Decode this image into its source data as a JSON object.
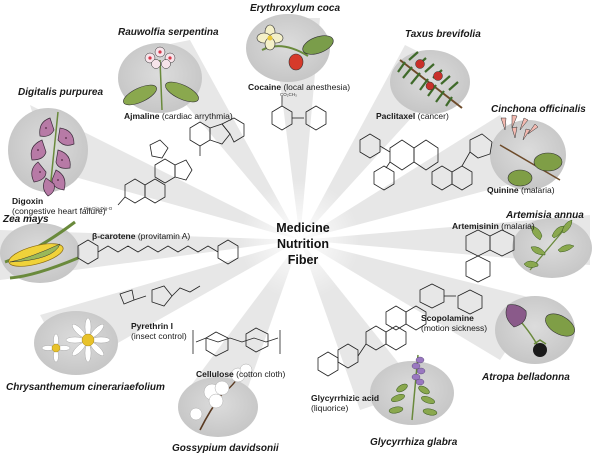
{
  "center": [
    "Medicine",
    "Nutrition",
    "Fiber"
  ],
  "plants": [
    {
      "species": "Erythroxylum coca",
      "compound": "Cocaine",
      "use": "(local anesthesia)"
    },
    {
      "species": "Rauwolfia serpentina",
      "compound": "Ajmaline",
      "use": "(cardiac arrythmia)"
    },
    {
      "species": "Taxus brevifolia",
      "compound": "Paclitaxel",
      "use": "(cancer)"
    },
    {
      "species": "Digitalis purpurea",
      "compound": "Digoxin",
      "use": "(congestive heart failure)"
    },
    {
      "species": "Cinchona officinalis",
      "compound": "Quinine",
      "use": "(malaria)"
    },
    {
      "species": "Zea mays",
      "compound": "β-carotene",
      "use": "(provitamin A)"
    },
    {
      "species": "Artemisia annua",
      "compound": "Artemisinin",
      "use": "(malaria)"
    },
    {
      "species": "Chrysanthemum cinerariaefolium",
      "compound": "Pyrethrin I",
      "use": "(insect control)"
    },
    {
      "species": "Atropa belladonna",
      "compound": "Scopolamine",
      "use": "(motion sickness)"
    },
    {
      "species": "Gossypium davidsonii",
      "compound": "Cellulose",
      "use": "(cotton cloth)"
    },
    {
      "species": "Glycyrrhiza glabra",
      "compound": "Glycyrrhizic acid",
      "use": "(liquorice)"
    }
  ],
  "structure_labels": {
    "digoxin_sugar": "Dig-Dig-Dig-O",
    "cocaine_group": "CO₂CH₃"
  },
  "colors": {
    "ray": "#e6e6e6",
    "circle": "#cfcfcf",
    "circle_edge": "#bdbdbd",
    "text": "#1a1a1a"
  }
}
